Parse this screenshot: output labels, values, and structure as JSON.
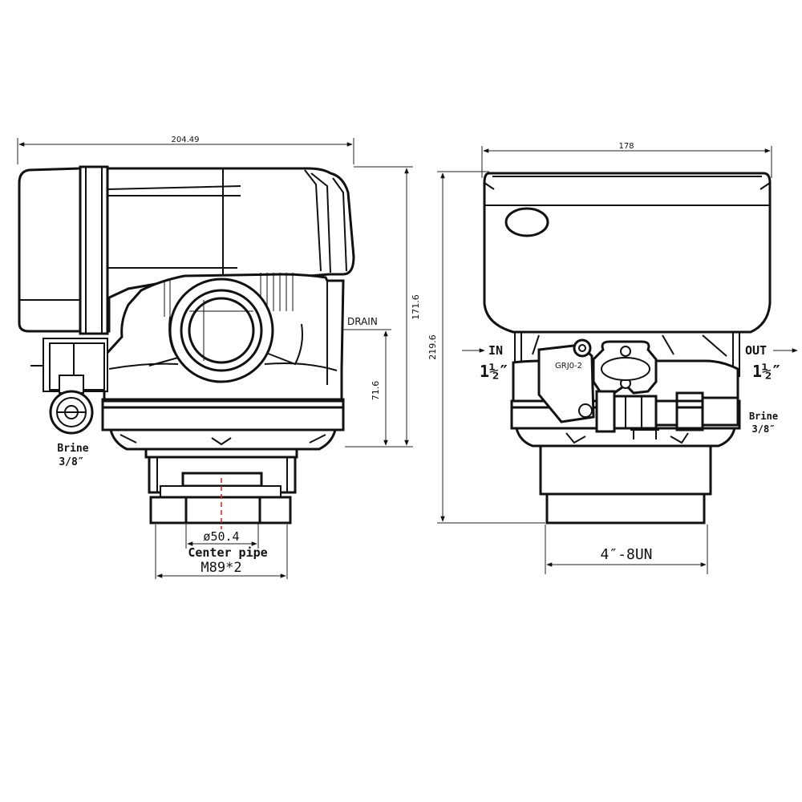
{
  "front_view": {
    "width_label": "204.49",
    "height_label": "171.6",
    "drain_height_label": "71.6",
    "drain_label": "DRAIN",
    "brine_label": "Brine",
    "brine_size": "3/8″",
    "center_pipe_dia": "ø50.4",
    "center_pipe_label": "Center pipe",
    "thread_label": "M89*2"
  },
  "side_view": {
    "width_label": "178",
    "height_label": "219.6",
    "in_label": "IN",
    "out_label": "OUT",
    "in_size": "1½″",
    "out_size": "1½″",
    "part_label": "GRJ0-2",
    "brine_label": "Brine",
    "brine_size": "3/8″",
    "thread_label": "4″-8UN"
  }
}
